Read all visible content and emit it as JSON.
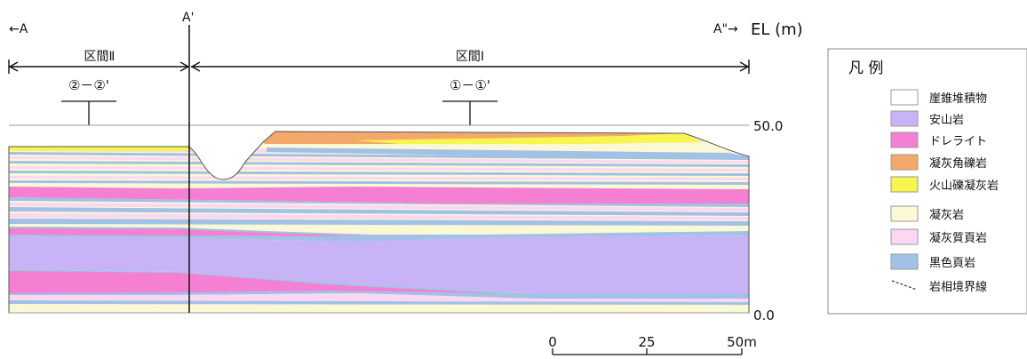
{
  "section": {
    "left_end": "←A",
    "mid_point": "A'",
    "right_end": "A\"→",
    "elevation_unit": "EL (m)",
    "el_top": "50.0",
    "el_bottom": "0.0",
    "interval_left": "区間Ⅱ",
    "interval_right": "区間Ⅰ",
    "marker_left": "②－②'",
    "marker_right": "①－①'"
  },
  "scale_bar": {
    "ticks": [
      "0",
      "25",
      "50m"
    ]
  },
  "legend": {
    "title": "凡 例",
    "items": [
      {
        "label": "崖錐堆積物",
        "color": "#ffffff"
      },
      {
        "label": "安山岩",
        "color": "#c7b3f5"
      },
      {
        "label": "ドレライト",
        "color": "#f57fd2"
      },
      {
        "label": "凝灰角礫岩",
        "color": "#f4a96b"
      },
      {
        "label": "火山礫凝灰岩",
        "color": "#f7f54f"
      },
      {
        "label": "凝灰岩",
        "color": "#fbf8d6"
      },
      {
        "label": "凝灰質頁岩",
        "color": "#fbd7f3"
      },
      {
        "label": "黒色頁岩",
        "color": "#a2c1e6"
      },
      {
        "label": "岩相境界線"
      }
    ]
  }
}
